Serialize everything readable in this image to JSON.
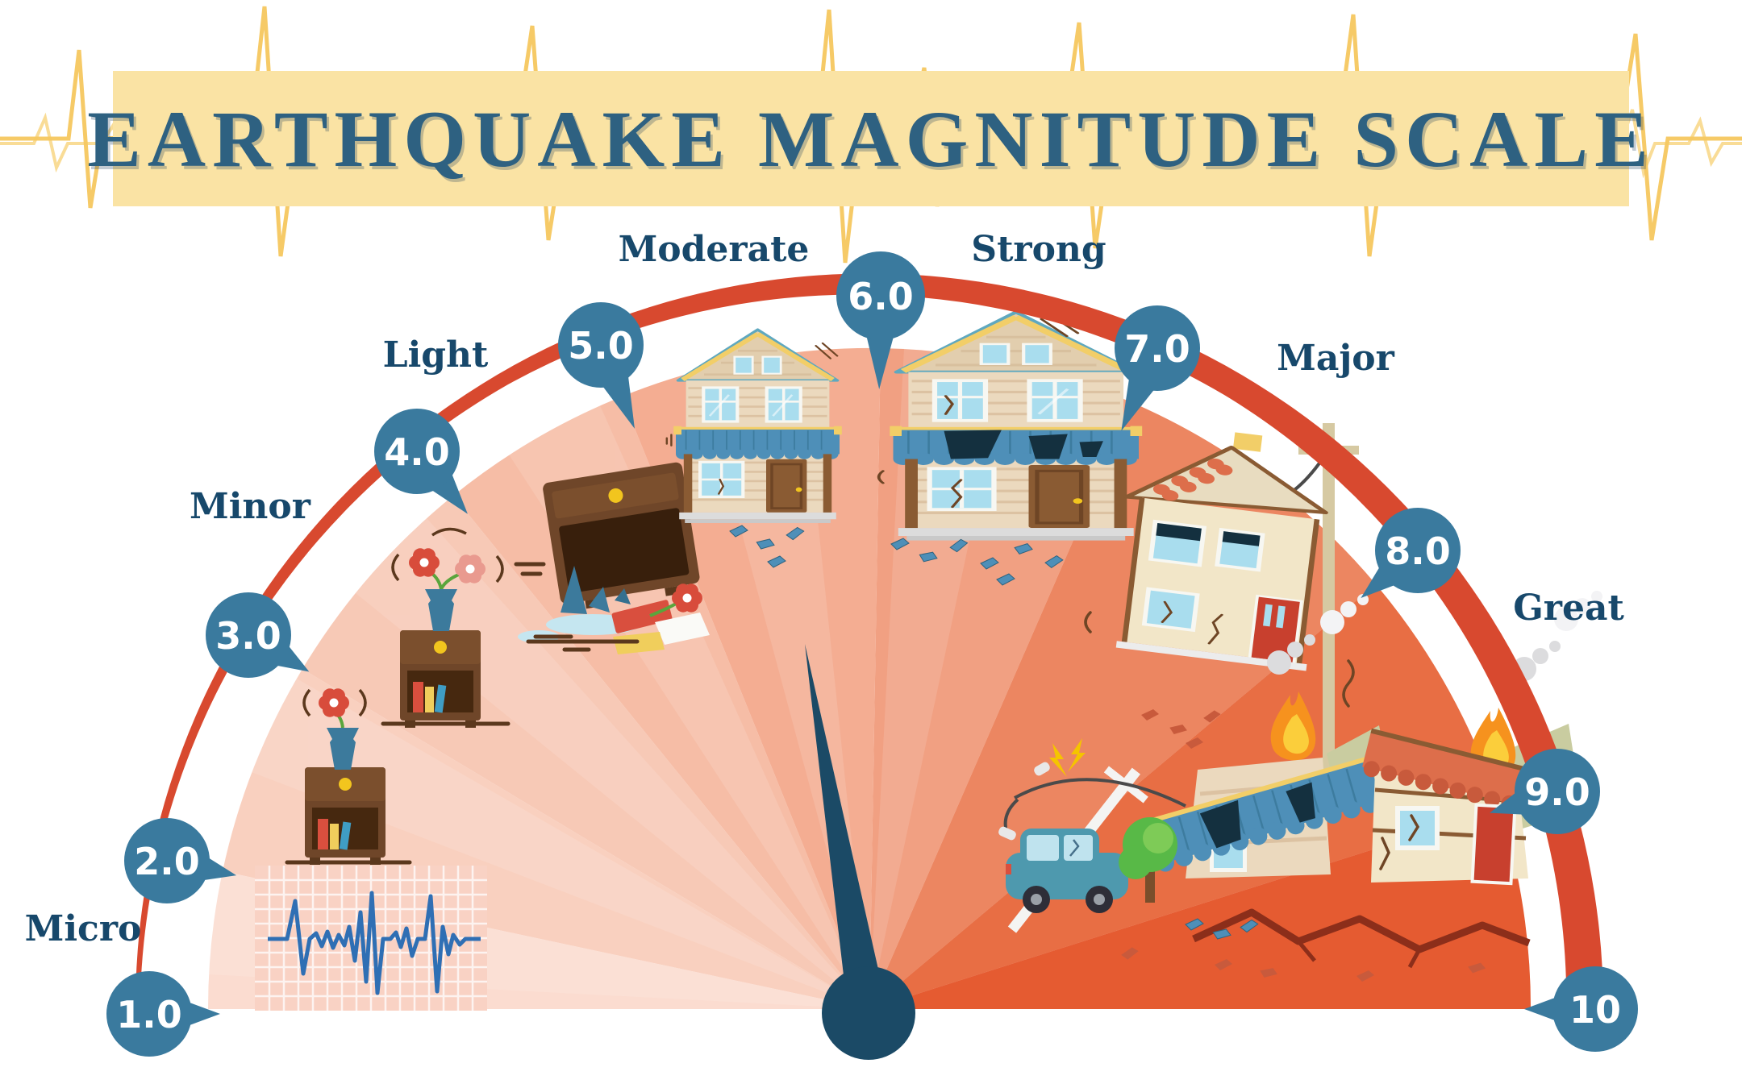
{
  "title": "EARTHQUAKE MAGNITUDE SCALE",
  "gauge": {
    "levels": [
      {
        "value": "1.0"
      },
      {
        "value": "2.0"
      },
      {
        "value": "3.0"
      },
      {
        "value": "4.0"
      },
      {
        "value": "5.0"
      },
      {
        "value": "6.0"
      },
      {
        "value": "7.0"
      },
      {
        "value": "8.0"
      },
      {
        "value": "9.0"
      },
      {
        "value": "10"
      }
    ],
    "categories": [
      {
        "label": "Micro"
      },
      {
        "label": "Minor"
      },
      {
        "label": "Light"
      },
      {
        "label": "Moderate"
      },
      {
        "label": "Strong"
      },
      {
        "label": "Major"
      },
      {
        "label": "Great"
      }
    ],
    "needle_between": [
      "5.0",
      "6.0"
    ]
  },
  "colors": {
    "banner": "#FAE3A4",
    "title_text": "#2E6181",
    "wave": "#F6C75F",
    "bubble": "#3A7A9E",
    "bubble_text": "#FFFFFF",
    "arc": "#D8492F",
    "needle": "#1B4A66",
    "label_text": "#17486B",
    "disc_lightest": "#FBDCD0",
    "disc_darkest": "#E66038"
  },
  "illustrations": [
    {
      "name": "seismogram"
    },
    {
      "name": "nightstand-with-flower-vase"
    },
    {
      "name": "nightstand-with-two-flowers"
    },
    {
      "name": "fallen-television"
    },
    {
      "name": "damaged-house-moderate"
    },
    {
      "name": "damaged-house-strong"
    },
    {
      "name": "tilted-house-with-power-pole"
    },
    {
      "name": "collapsed-burning-houses-car-tree"
    }
  ]
}
